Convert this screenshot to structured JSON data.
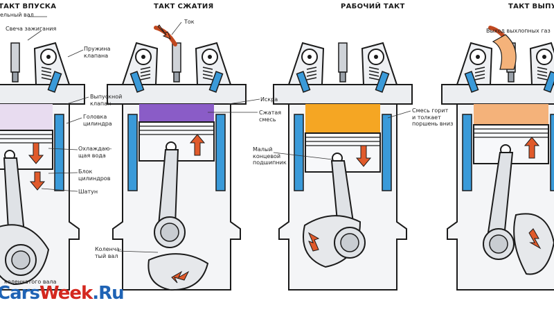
{
  "titles": {
    "intake": "ТАКТ ВПУСКА",
    "compression": "ТАКТ СЖАТИЯ",
    "power": "РАБОЧИЙ ТАКТ",
    "exhaust": "ТАКТ ВЫПУС"
  },
  "labels": {
    "camshaft": "ельный вал",
    "spark_plug": "Свеча зажигания",
    "valve_spring": "Пружина\nклапана",
    "exhaust_valve": "Выпускной\nклапан",
    "cylinder_head": "Головка\nцилиндра",
    "coolant": "Охлаждаю-\nщая вода",
    "cylinder_block": "Блок\nцилиндров",
    "connecting_rod": "Шатун",
    "crankshaft_bottom": "коленчатого вала",
    "current": "Ток",
    "spark": "Искра",
    "compressed_mix": "Сжатая\nсмесь",
    "crankshaft": "Коленча-\nтый вал",
    "small_end_bearing": "Малый\nконцевой\nподшипник",
    "mix_burns": "Смесь горит\nи толкает\nпоршень вниз",
    "exhaust_gases": "Выход выхлопных газ"
  },
  "logo": {
    "part1": "Cars",
    "part2": "Week",
    "part3": ".Ru"
  },
  "colors": {
    "coolant": "#3a9ad9",
    "intake_mix": "#e8dcf0",
    "compressed_mix": "#8a5cc7",
    "burning_mix": "#f5a623",
    "exhaust_gas": "#f4b27a",
    "arrow": "#e05a2b",
    "logo_blue": "#1f63b5",
    "logo_red": "#d4281f"
  }
}
